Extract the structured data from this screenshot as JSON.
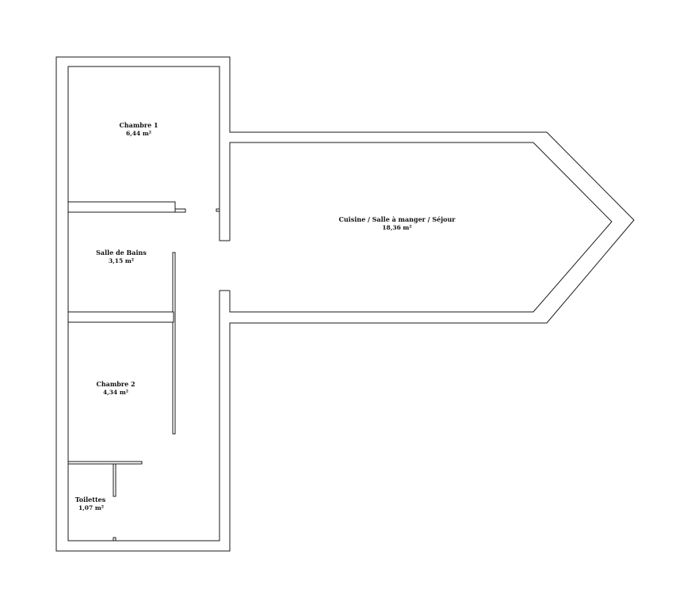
{
  "rooms": [
    {
      "id": "chambre1",
      "name": "Chambre 1",
      "area": "6,44 m²"
    },
    {
      "id": "cuisine",
      "name": "Cuisine / Salle à manger / Séjour",
      "area": "18,36 m²"
    },
    {
      "id": "sdb",
      "name": "Salle de Bains",
      "area": "3,15 m²"
    },
    {
      "id": "chambre2",
      "name": "Chambre 2",
      "area": "4,34 m²"
    },
    {
      "id": "toilettes",
      "name": "Toilettes",
      "area": "1,07 m²"
    }
  ],
  "colors": {
    "wall": "#1a1a1a",
    "background": "#ffffff",
    "text": "#111111"
  }
}
